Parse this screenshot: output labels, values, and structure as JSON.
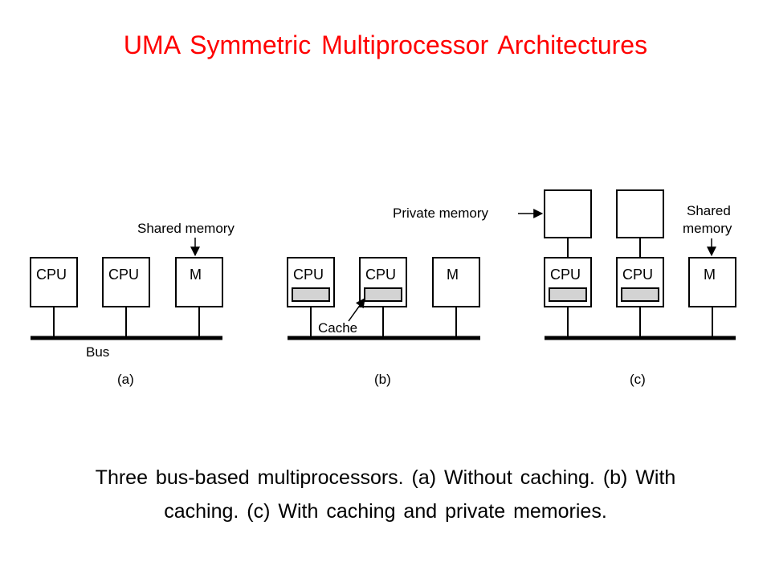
{
  "title": "UMA Symmetric Multiprocessor Architectures",
  "caption_line1": "Three bus-based multiprocessors.  (a) Without caching.  (b) With",
  "caption_line2": "caching.  (c) With caching and private memories.",
  "colors": {
    "title": "#ff0000",
    "cache": "#d3d3d3"
  },
  "diagram_a": {
    "cpu1_label": "CPU",
    "cpu2_label": "CPU",
    "mem_label": "M",
    "shared_memory_label": "Shared memory",
    "bus_label": "Bus",
    "panel_label": "(a)"
  },
  "diagram_b": {
    "cpu1_label": "CPU",
    "cpu2_label": "CPU",
    "mem_label": "M",
    "cache_label": "Cache",
    "panel_label": "(b)"
  },
  "diagram_c": {
    "cpu1_label": "CPU",
    "cpu2_label": "CPU",
    "mem_label": "M",
    "private_memory_label": "Private memory",
    "shared_memory_line1": "Shared",
    "shared_memory_line2": "memory",
    "panel_label": "(c)"
  }
}
